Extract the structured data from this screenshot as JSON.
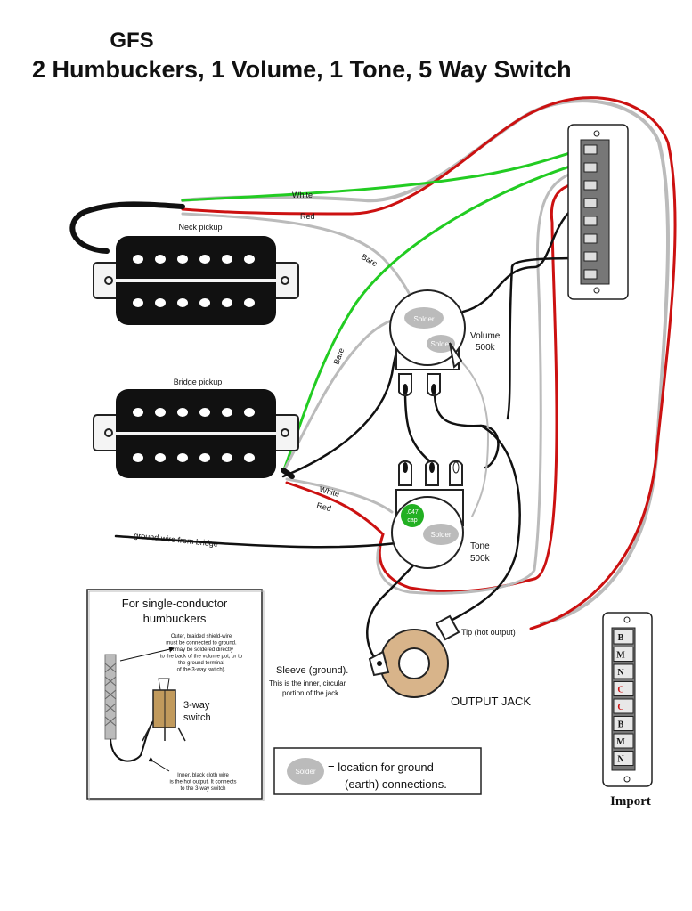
{
  "header": {
    "brand": "GFS",
    "title": "2 Humbuckers, 1 Volume, 1 Tone, 5 Way Switch"
  },
  "pickups": {
    "neck_label": "Neck pickup",
    "bridge_label": "Bridge pickup"
  },
  "wire_labels": {
    "white_top": "White",
    "red_top": "Red",
    "bare_top": "Bare",
    "bare_mid": "Bare",
    "white_bottom": "White",
    "red_bottom": "Red",
    "ground_wire": "ground wire from bridge"
  },
  "pots": {
    "volume_line1": "Volume",
    "volume_line2": "500k",
    "tone_line1": "Tone",
    "tone_line2": "500k",
    "solder": "Solder",
    "cap_line1": ".047",
    "cap_line2": "cap"
  },
  "jack": {
    "tip": "Tip (hot output)",
    "sleeve_title": "Sleeve (ground).",
    "sleeve_line2": "This is the inner, circular",
    "sleeve_line3": "portion of the jack",
    "output_label": "OUTPUT JACK"
  },
  "inset": {
    "title_line1": "For single-conductor",
    "title_line2": "humbuckers",
    "note1": [
      "Outer, braided shield-wire",
      "must be connected to ground.",
      "(it may be soldered directly",
      "to the back of the volume pot, or to",
      "the ground terminal",
      "of the 3-way switch)."
    ],
    "switch_line1": "3-way",
    "switch_line2": "switch",
    "note2": [
      "Inner, black cloth wire",
      "is the hot output.  It connects",
      "to the 3-way switch"
    ]
  },
  "legend": {
    "solder": "Solder",
    "line1": "= location for ground",
    "line2": "(earth) connections."
  },
  "import_switch": {
    "labels": [
      "B",
      "M",
      "N",
      "C",
      "C",
      "B",
      "M",
      "N"
    ],
    "caption": "Import"
  },
  "colors": {
    "red_wire": "#cc1111",
    "green_wire": "#22cc22",
    "white_wire": "#bbbbbb",
    "black_wire": "#111111",
    "cap_green": "#22b022",
    "jack_tan": "#d8b48a"
  }
}
